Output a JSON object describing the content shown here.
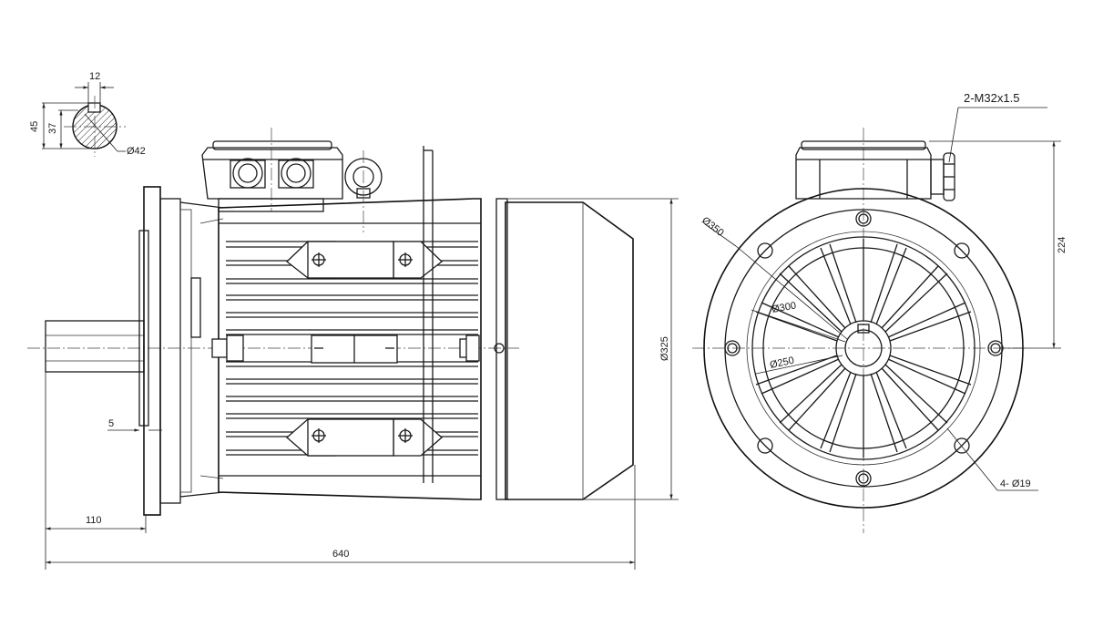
{
  "dimensions": {
    "key_width": "12",
    "shaft_height_total": "45",
    "key_depth": "37",
    "shaft_diameter": "Ø42",
    "flange_spigot": "5",
    "shaft_length": "110",
    "overall_length": "640",
    "housing_diameter": "Ø325",
    "pitch_diameter": "Ø350",
    "flange_inner": "Ø300",
    "spigot_diameter": "Ø250",
    "terminal_box_height": "224",
    "bolt_holes": "4- Ø19",
    "cable_gland": "2-M32x1.5"
  }
}
